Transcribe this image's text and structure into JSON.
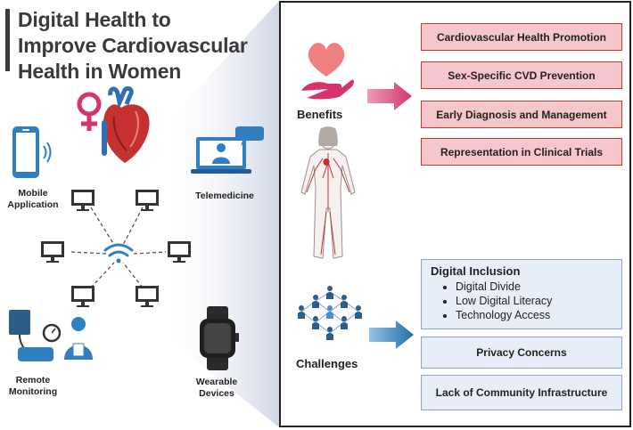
{
  "title": {
    "line1": "Digital Health to",
    "line2": "Improve Cardiovascular",
    "line3": "Health in Women"
  },
  "left_labels": {
    "mobile_line1": "Mobile",
    "mobile_line2": "Application",
    "telemedicine": "Telemedicine",
    "remote_line1": "Remote",
    "remote_line2": "Monitoring",
    "wearable_line1": "Wearable",
    "wearable_line2": "Devices"
  },
  "benefits": {
    "label": "Benefits",
    "items": [
      "Cardiovascular Health Promotion",
      "Sex-Specific CVD Prevention",
      "Early Diagnosis and Management",
      "Representation in Clinical Trials"
    ]
  },
  "challenges": {
    "label": "Challenges",
    "digital_inclusion": {
      "title": "Digital Inclusion",
      "items": [
        "Digital Divide",
        "Low Digital Literacy",
        "Technology Access"
      ]
    },
    "privacy": "Privacy Concerns",
    "infrastructure": "Lack of Community Infrastructure"
  },
  "colors": {
    "title": "#3a3a3a",
    "pink_fill": "#f5c6cb",
    "pink_border": "#c0392b",
    "blue_fill": "#e8eef8",
    "blue_border": "#8aa5d6",
    "arrow_red": "#d6336c",
    "arrow_blue": "#1f6ea8",
    "icon_blue": "#2f7fc1"
  }
}
